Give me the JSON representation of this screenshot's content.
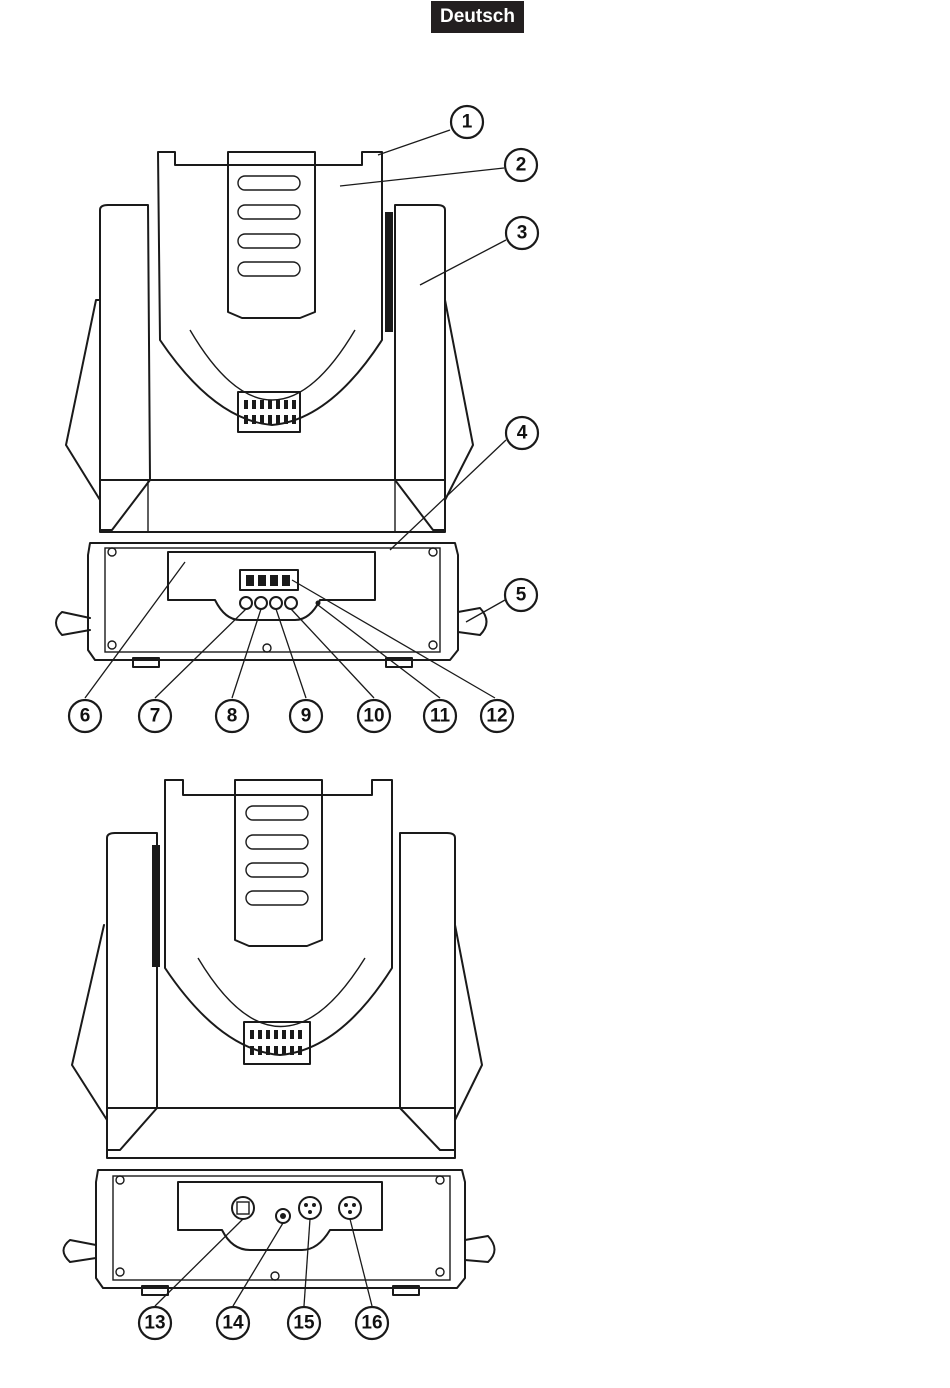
{
  "header": {
    "language": "Deutsch"
  },
  "front_view": {
    "callouts": [
      "1",
      "2",
      "3",
      "4",
      "5",
      "6",
      "7",
      "8",
      "9",
      "10",
      "11",
      "12"
    ]
  },
  "rear_view": {
    "callouts": [
      "13",
      "14",
      "15",
      "16"
    ]
  },
  "colors": {
    "ink": "#1a1a1a",
    "tag_background": "#231f20",
    "paper": "#ffffff"
  }
}
